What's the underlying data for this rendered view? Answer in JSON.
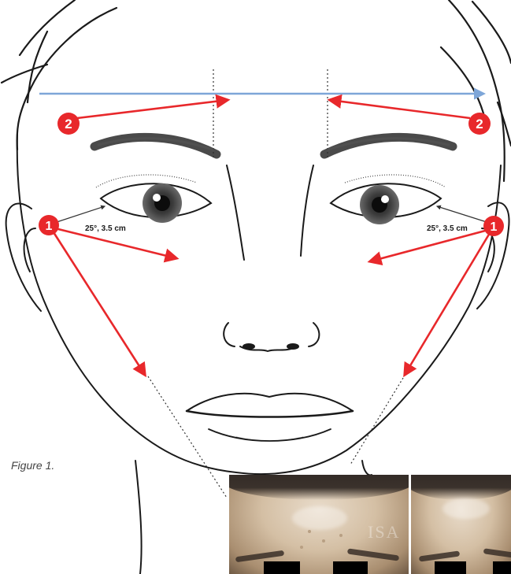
{
  "figure": {
    "caption": "Figure 1."
  },
  "labels": {
    "angle_left": "25°, 3.5 cm",
    "angle_right": "25°, 3.5 cm",
    "point1_left": "1",
    "point1_right": "1",
    "point2_left": "2",
    "point2_right": "2"
  },
  "photo_watermark": "ISA",
  "colors": {
    "arrow_red": "#e8282b",
    "badge_red": "#e8282b",
    "guide_blue": "#7ea6d8",
    "line_black": "#1a1a1a"
  }
}
